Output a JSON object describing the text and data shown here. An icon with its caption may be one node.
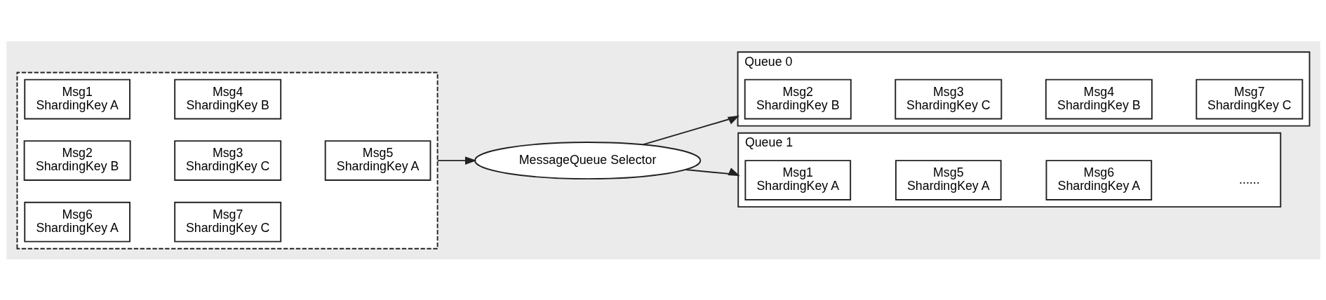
{
  "diagram": {
    "nodes": [
      {
        "text": [],
        "shape": "box"
      },
      {
        "text": [
          "Msg1",
          "ShardingKey A"
        ],
        "in": 0
      },
      {
        "text": [
          "Msg4",
          "ShardingKey B"
        ],
        "in": 0
      },
      {
        "text": [
          "Msg2",
          "ShardingKey B"
        ],
        "in": 0
      },
      {
        "text": [
          "Msg3",
          "ShardingKey C"
        ],
        "in": 0
      },
      {
        "text": [
          "Msg5",
          "ShardingKey A"
        ],
        "in": 0
      },
      {
        "text": [
          "Msg6",
          "ShardingKey A"
        ],
        "in": 0
      },
      {
        "text": [
          "Msg7",
          "ShardingKey C"
        ],
        "in": 0
      },
      {
        "text": [
          "MessageQueue Selector"
        ]
      },
      {
        "text": [
          "Queue 0"
        ]
      },
      {
        "text": [
          "Msg2",
          "ShardingKey B"
        ],
        "in": 9
      },
      {
        "text": [
          "Msg3",
          "ShardingKey C"
        ],
        "in": 9
      },
      {
        "text": [
          "Msg4",
          "ShardingKey B"
        ],
        "in": 9
      },
      {
        "text": [
          "Msg7",
          "ShardingKey C"
        ],
        "in": 9
      },
      {
        "text": [
          "Queue 1"
        ]
      },
      {
        "text": [
          "Msg1",
          "ShardingKey A"
        ],
        "in": 14
      },
      {
        "text": [
          "Msg5",
          "ShardingKey A"
        ],
        "in": 14
      },
      {
        "text": [
          "Msg6",
          "ShardingKey A"
        ],
        "in": 14
      }
    ],
    "edges": [
      {
        "from": 0,
        "to": 8,
        "arrow": "to"
      },
      {
        "from": 8,
        "to": 9,
        "arrow": "to"
      },
      {
        "from": 8,
        "to": 14,
        "arrow": "to"
      }
    ],
    "labels": [
      "......"
    ]
  }
}
